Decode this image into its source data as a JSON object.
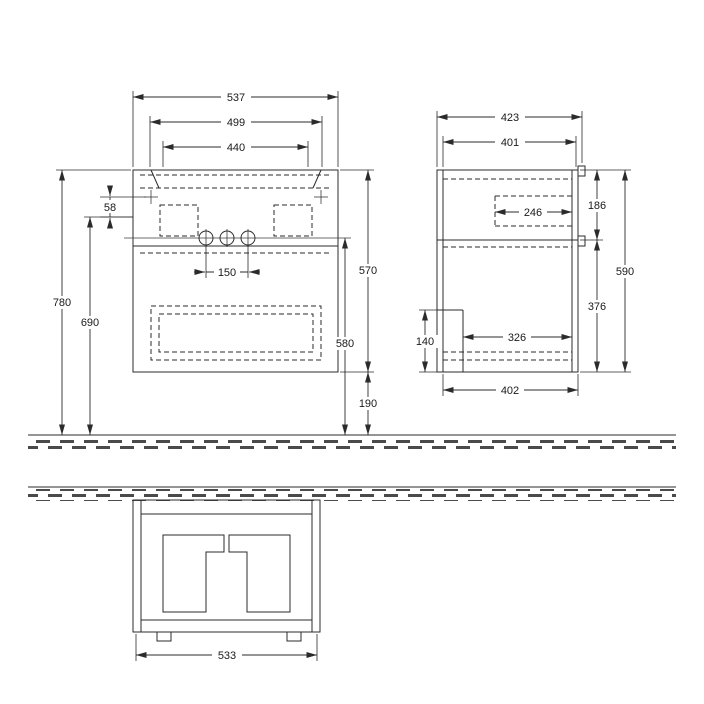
{
  "colors": {
    "line": "#2b2b2b",
    "hatch": "#4a4a4a",
    "background": "#ffffff",
    "label": "#1a1a1a"
  },
  "front_view": {
    "width_total": "537",
    "width_top_recess": "499",
    "width_basin_edge": "440",
    "apron_height": "58",
    "height_overall": "780",
    "height_underside": "690",
    "height_body_right": "570",
    "height_centerline": "580",
    "height_floor_gap": "190",
    "tap_centres": "150"
  },
  "side_view": {
    "depth_total": "423",
    "depth_inner": "401",
    "depth_recess": "246",
    "upper_drawer_height": "186",
    "body_height": "590",
    "lower_drawer_height": "376",
    "service_gap_height": "140",
    "lower_inner_depth": "326",
    "body_depth": "402"
  },
  "top_view": {
    "body_width": "533"
  }
}
